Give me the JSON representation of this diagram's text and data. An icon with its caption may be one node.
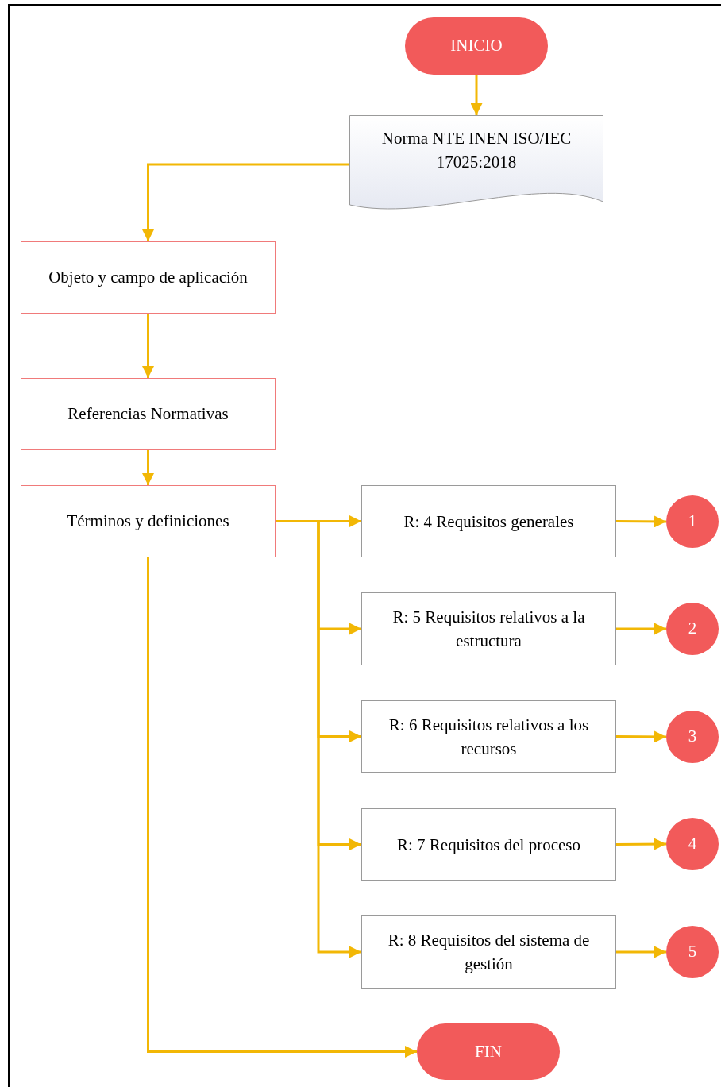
{
  "diagram": {
    "nodes": [
      {
        "text": [
          "INICIO"
        ]
      },
      {
        "text": [
          "Norma NTE INEN ISO/IEC 17025:2018"
        ]
      },
      {
        "text": [
          "Objeto y campo de aplicación"
        ]
      },
      {
        "text": [
          "Referencias Normativas"
        ]
      },
      {
        "text": [
          "Términos y definiciones"
        ]
      },
      {
        "text": [
          "R: 4 Requisitos generales"
        ]
      },
      {
        "text": [
          "R: 5 Requisitos relativos a la estructura"
        ]
      },
      {
        "text": [
          "R: 6 Requisitos relativos a los recursos"
        ]
      },
      {
        "text": [
          "R: 7 Requisitos del proceso"
        ]
      },
      {
        "text": [
          "R: 8 Requisitos del sistema de gestión"
        ]
      },
      {
        "text": [
          "1"
        ]
      },
      {
        "text": [
          "2"
        ]
      },
      {
        "text": [
          "3"
        ]
      },
      {
        "text": [
          "4"
        ]
      },
      {
        "text": [
          "5"
        ]
      },
      {
        "text": [
          "FIN"
        ]
      }
    ],
    "edges": [
      {
        "from": 0,
        "to": 1,
        "arrow": "to"
      },
      {
        "from": 1,
        "to": 2,
        "arrow": "to"
      },
      {
        "from": 2,
        "to": 3,
        "arrow": "to"
      },
      {
        "from": 3,
        "to": 4,
        "arrow": "to"
      },
      {
        "from": 4,
        "to": 5,
        "arrow": "to"
      },
      {
        "from": 4,
        "to": 6,
        "arrow": "to"
      },
      {
        "from": 4,
        "to": 7,
        "arrow": "to"
      },
      {
        "from": 4,
        "to": 8,
        "arrow": "to"
      },
      {
        "from": 4,
        "to": 9,
        "arrow": "to"
      },
      {
        "from": 5,
        "to": 10,
        "arrow": "to"
      },
      {
        "from": 6,
        "to": 11,
        "arrow": "to"
      },
      {
        "from": 7,
        "to": 12,
        "arrow": "to"
      },
      {
        "from": 8,
        "to": 13,
        "arrow": "to"
      },
      {
        "from": 9,
        "to": 14,
        "arrow": "to"
      },
      {
        "from": 4,
        "to": 15,
        "arrow": "to"
      }
    ]
  }
}
